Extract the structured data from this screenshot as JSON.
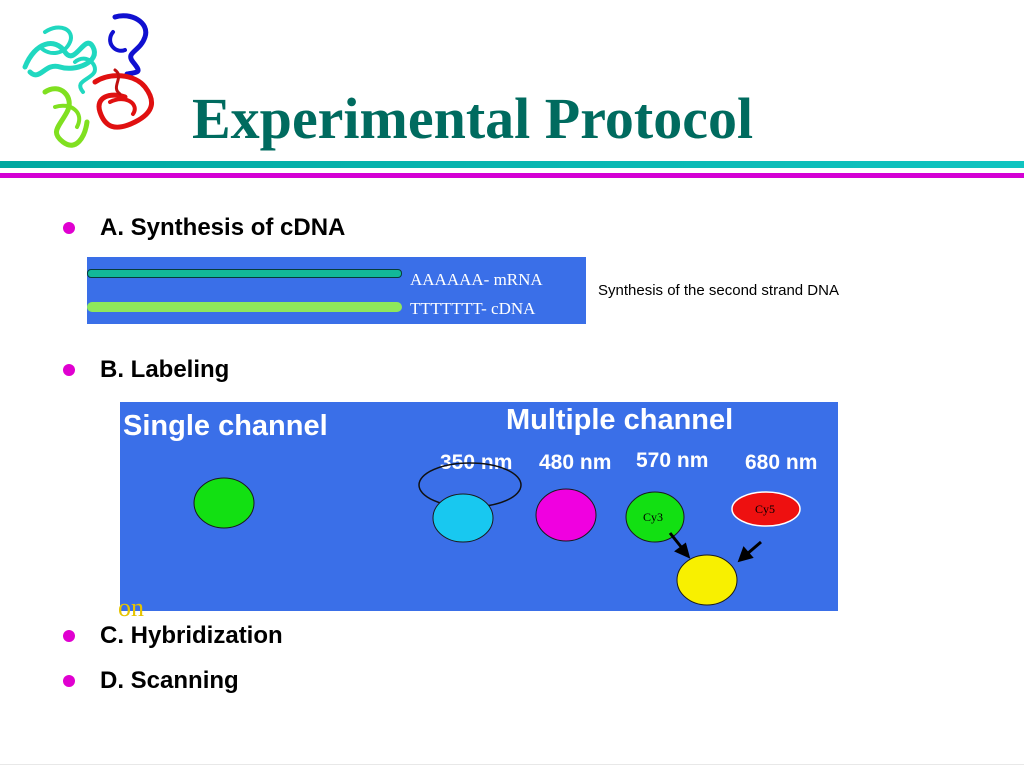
{
  "slide": {
    "title": "Experimental Protocol",
    "logo_icon": "protein-structure-icon"
  },
  "bullets": [
    {
      "label": "A. Synthesis of cDNA"
    },
    {
      "label": "B. Labeling"
    },
    {
      "label": "C. Hybridization"
    },
    {
      "label": "D. Scanning"
    }
  ],
  "synthesis": {
    "mrna_label": "AAAAAA- mRNA",
    "cdna_label": "TTTTTTT-   cDNA",
    "caption": "Synthesis of the second strand DNA"
  },
  "labeling": {
    "single_heading": "Single channel",
    "multiple_heading": "Multiple channel",
    "wavelengths": [
      "350 nm",
      "480 nm",
      "570 nm",
      "680 nm"
    ],
    "dyes": [
      "Cy3",
      "Cy5"
    ],
    "colors": {
      "green": "#12e012",
      "cyan": "#18c8f0",
      "magenta": "#f000e0",
      "red": "#ee1010",
      "yellow": "#f8f000"
    },
    "overflow_text": "on"
  },
  "colors": {
    "title": "#006b5f",
    "bullet": "#e000d0",
    "panel_blue": "#3a6fe8",
    "rule_teal": "#00a8a0",
    "rule_magenta": "#d400d4"
  }
}
